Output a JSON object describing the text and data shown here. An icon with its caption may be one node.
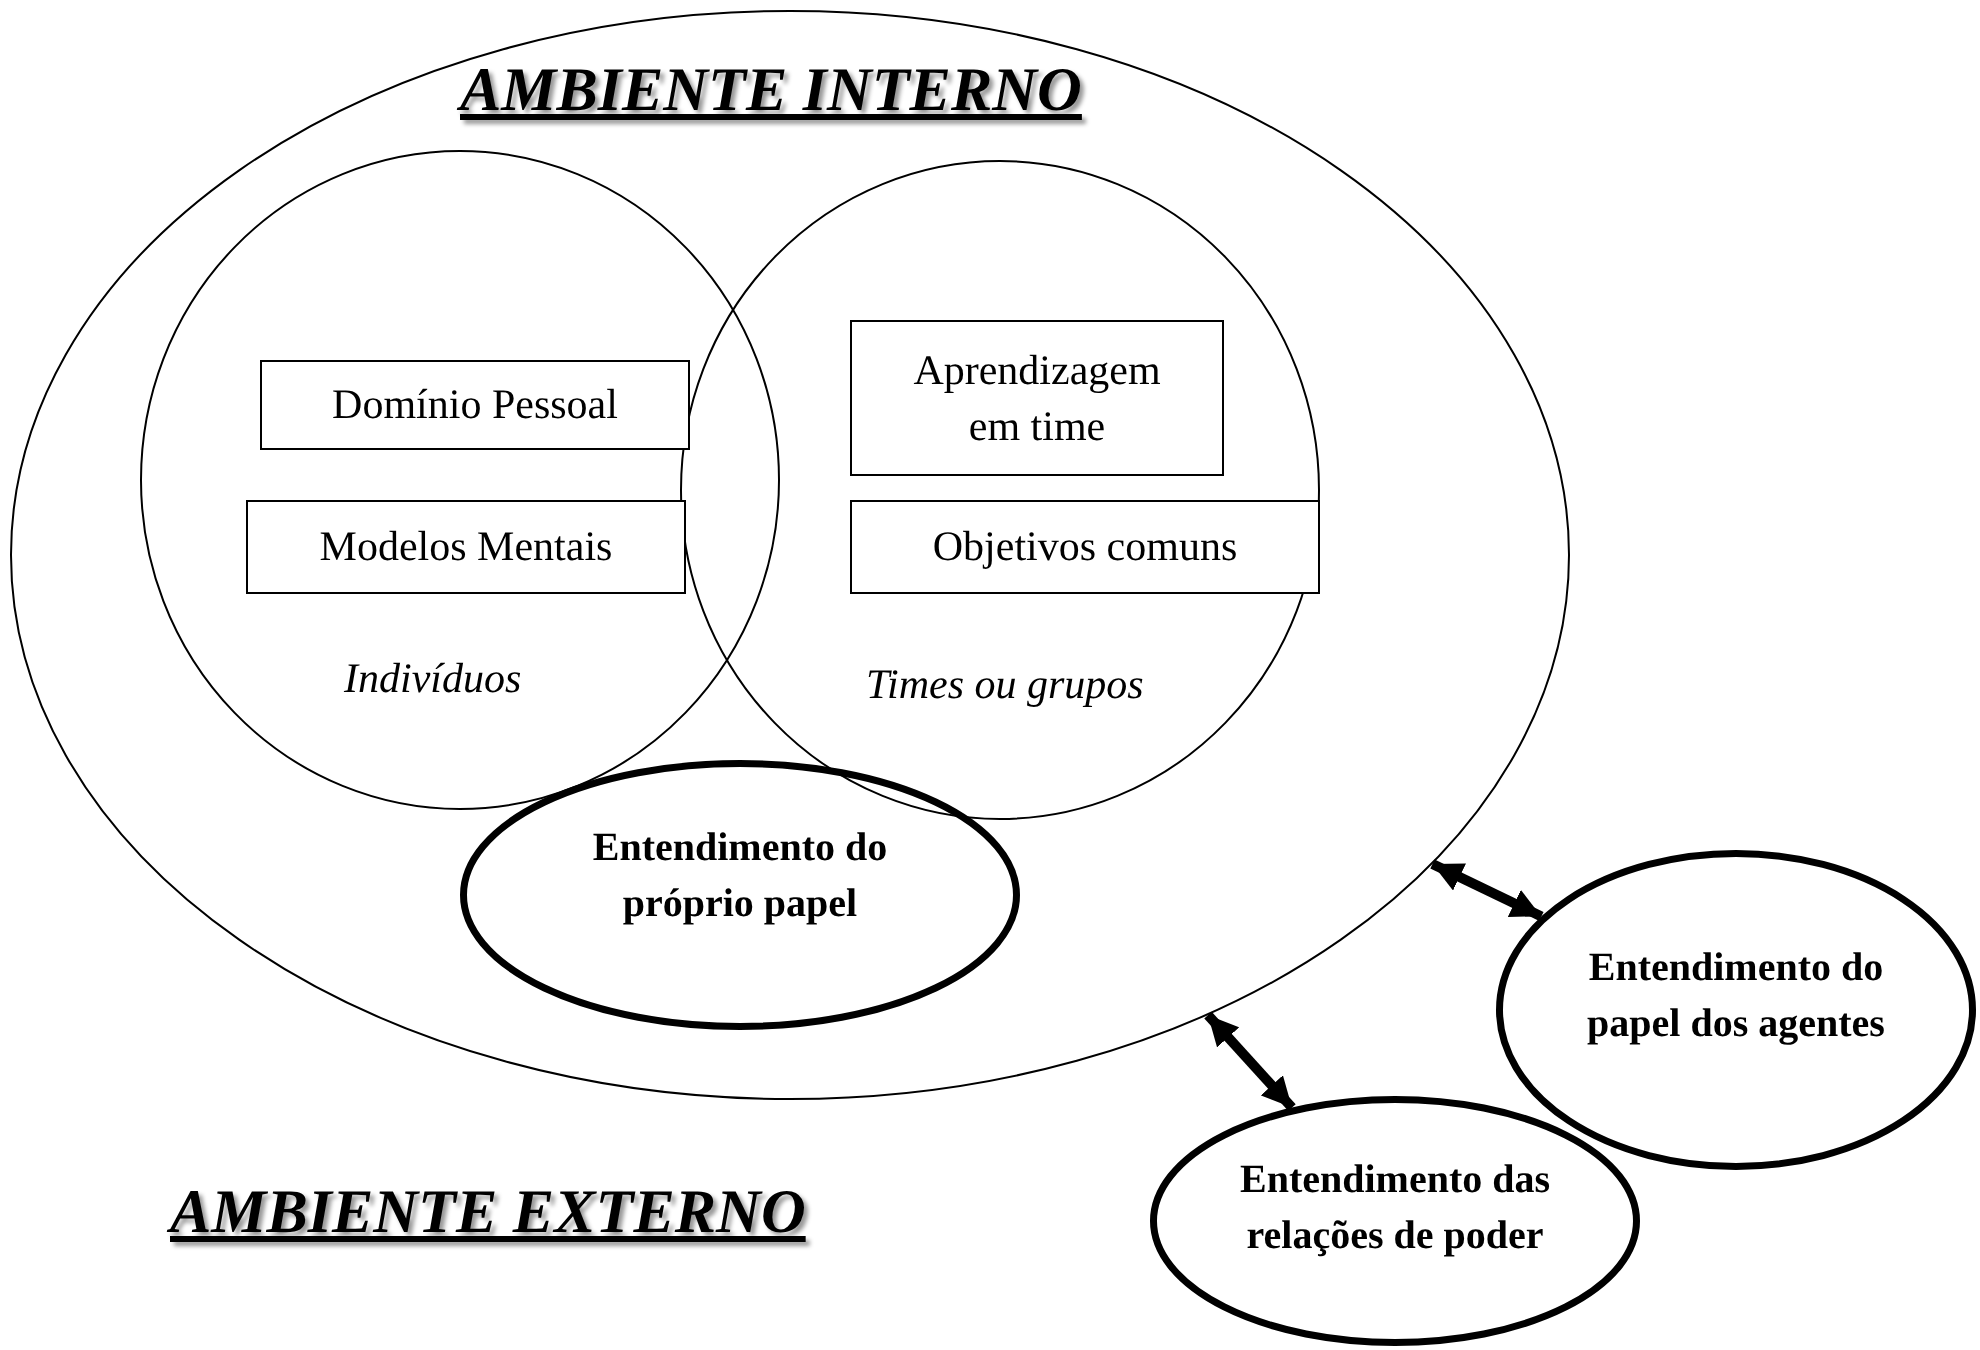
{
  "diagram": {
    "nodes": [
      {
        "text": [
          "AMBIENTE INTERNO"
        ]
      },
      {
        "text": [
          "Indivíduos"
        ],
        "in": 0
      },
      {
        "text": [
          "Times ou grupos"
        ],
        "in": 0
      },
      {
        "text": [
          "Domínio Pessoal"
        ],
        "in": 1
      },
      {
        "text": [
          "Modelos Mentais"
        ],
        "in": 1
      },
      {
        "text": [
          "Aprendizagem em time"
        ],
        "in": 2
      },
      {
        "text": [
          "Objetivos comuns"
        ],
        "in": 2
      },
      {
        "text": [
          "Entendimento do próprio papel"
        ],
        "in": 0
      },
      {
        "text": [
          "Entendimento do papel dos agentes"
        ]
      },
      {
        "text": [
          "Entendimento das relações de poder"
        ]
      }
    ],
    "edges": [
      {
        "from": 0,
        "to": 8,
        "arrow": "both"
      },
      {
        "from": 0,
        "to": 9,
        "arrow": "both"
      }
    ],
    "labels": [
      "AMBIENTE EXTERNO"
    ]
  }
}
